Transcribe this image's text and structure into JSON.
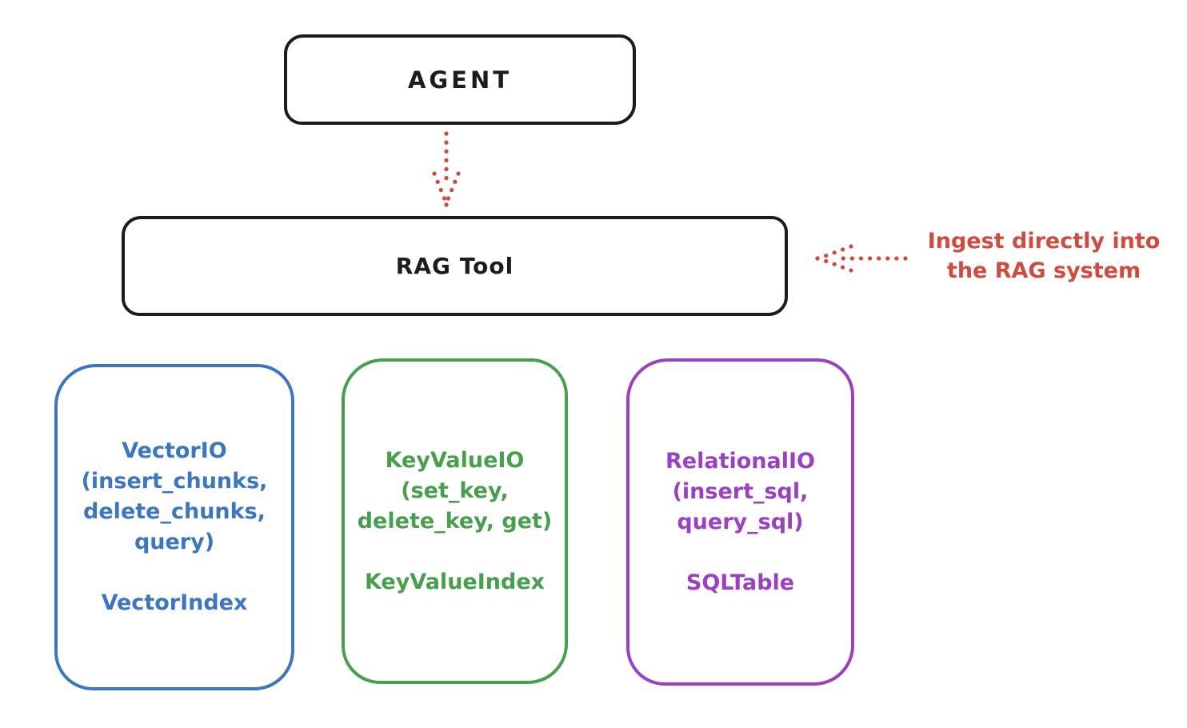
{
  "agent": {
    "label": "AGENT"
  },
  "rag_tool": {
    "label": "RAG Tool"
  },
  "annotation": {
    "line1": "Ingest directly into",
    "line2": "the RAG system"
  },
  "backends": [
    {
      "id": "vector-io",
      "color": "#3b76c2",
      "io_lines": [
        "VectorIO",
        "(insert_chunks,",
        "delete_chunks,",
        "query)"
      ],
      "index_label": "VectorIndex"
    },
    {
      "id": "key-value-io",
      "color": "#46a04b",
      "io_lines": [
        "KeyValueIO",
        "(set_key,",
        "delete_key, get)"
      ],
      "index_label": "KeyValueIndex"
    },
    {
      "id": "relational-io",
      "color": "#9b3fc4",
      "io_lines": [
        "RelationalIO",
        "(insert_sql,",
        "query_sql)"
      ],
      "index_label": "SQLTable"
    }
  ],
  "colors": {
    "ink": "#1c1c1c",
    "red": "#d04a3e",
    "blue": "#3b76c2",
    "green": "#46a04b",
    "purple": "#9b3fc4",
    "background": "#ffffff"
  }
}
